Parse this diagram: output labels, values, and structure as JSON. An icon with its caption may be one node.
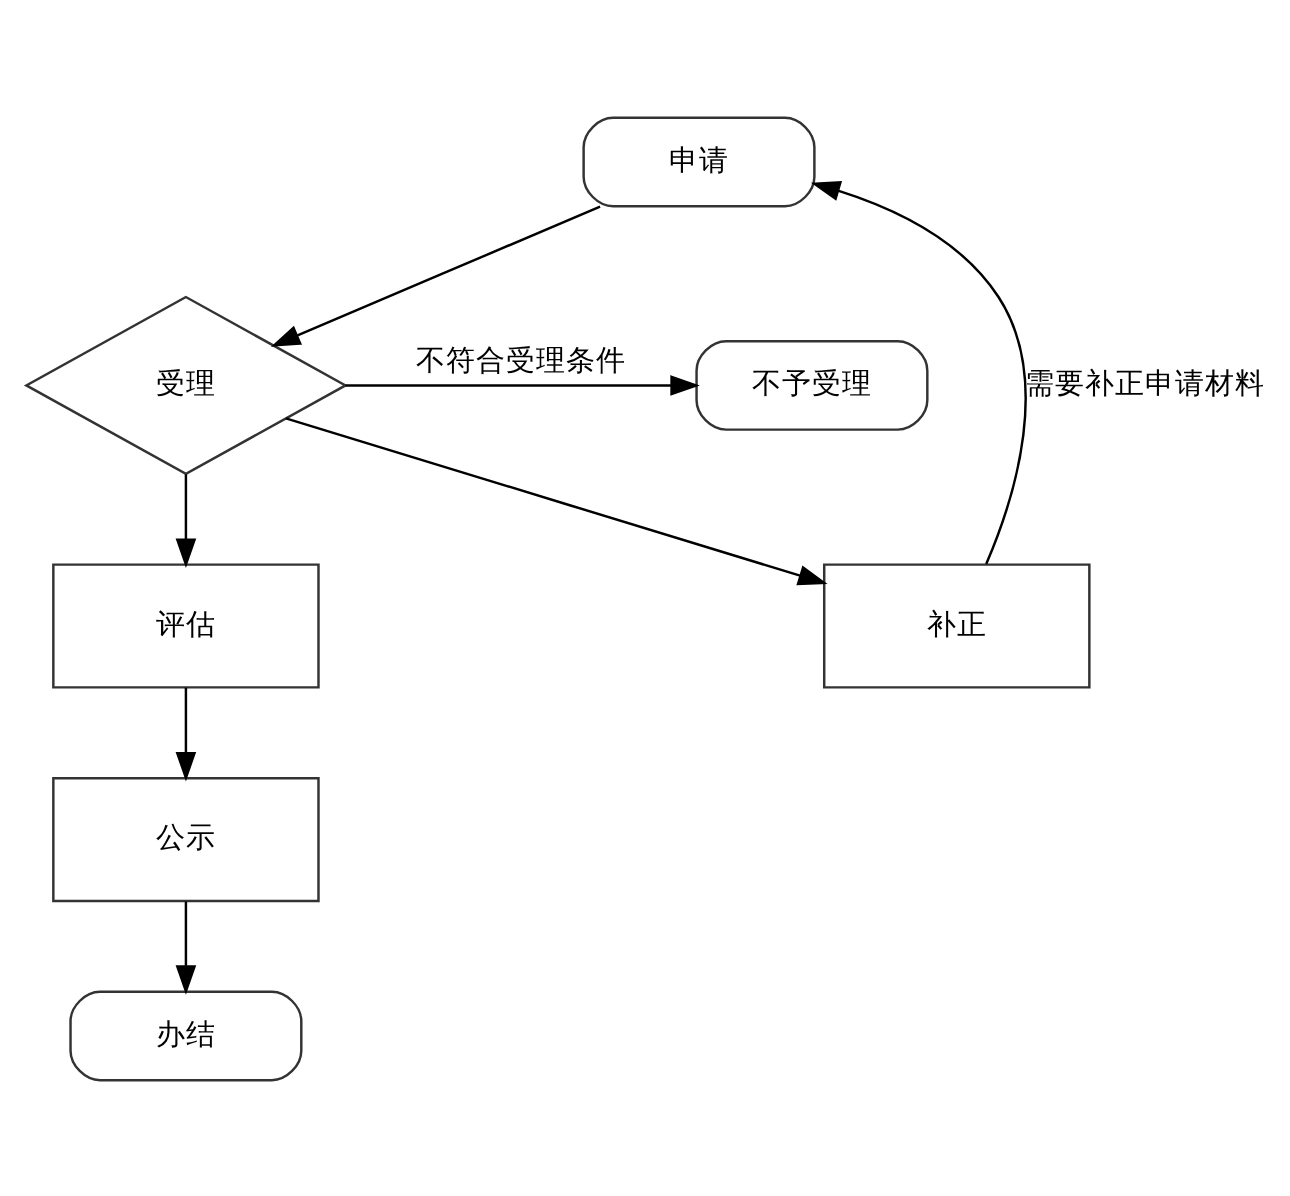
{
  "diagram": {
    "nodes": [
      {
        "text": [
          "申请"
        ]
      },
      {
        "text": [
          "补正"
        ]
      },
      {
        "text": [
          "受理"
        ]
      },
      {
        "text": [
          "不予受理"
        ]
      },
      {
        "text": [
          "评估"
        ]
      },
      {
        "text": [
          "公示"
        ]
      },
      {
        "text": [
          "办结"
        ]
      }
    ],
    "edges": [
      {
        "from": 0,
        "to": 2,
        "arrow": "to"
      },
      {
        "from": 2,
        "to": 1,
        "arrow": "to"
      },
      {
        "from": 1,
        "to": 0,
        "arrow": "to",
        "label": "需要补正申请材料"
      },
      {
        "from": 2,
        "to": 3,
        "arrow": "to",
        "label": "不符合受理条件"
      },
      {
        "from": 2,
        "to": 4,
        "arrow": "to"
      },
      {
        "from": 4,
        "to": 5,
        "arrow": "to"
      },
      {
        "from": 5,
        "to": 6,
        "arrow": "to"
      }
    ]
  }
}
